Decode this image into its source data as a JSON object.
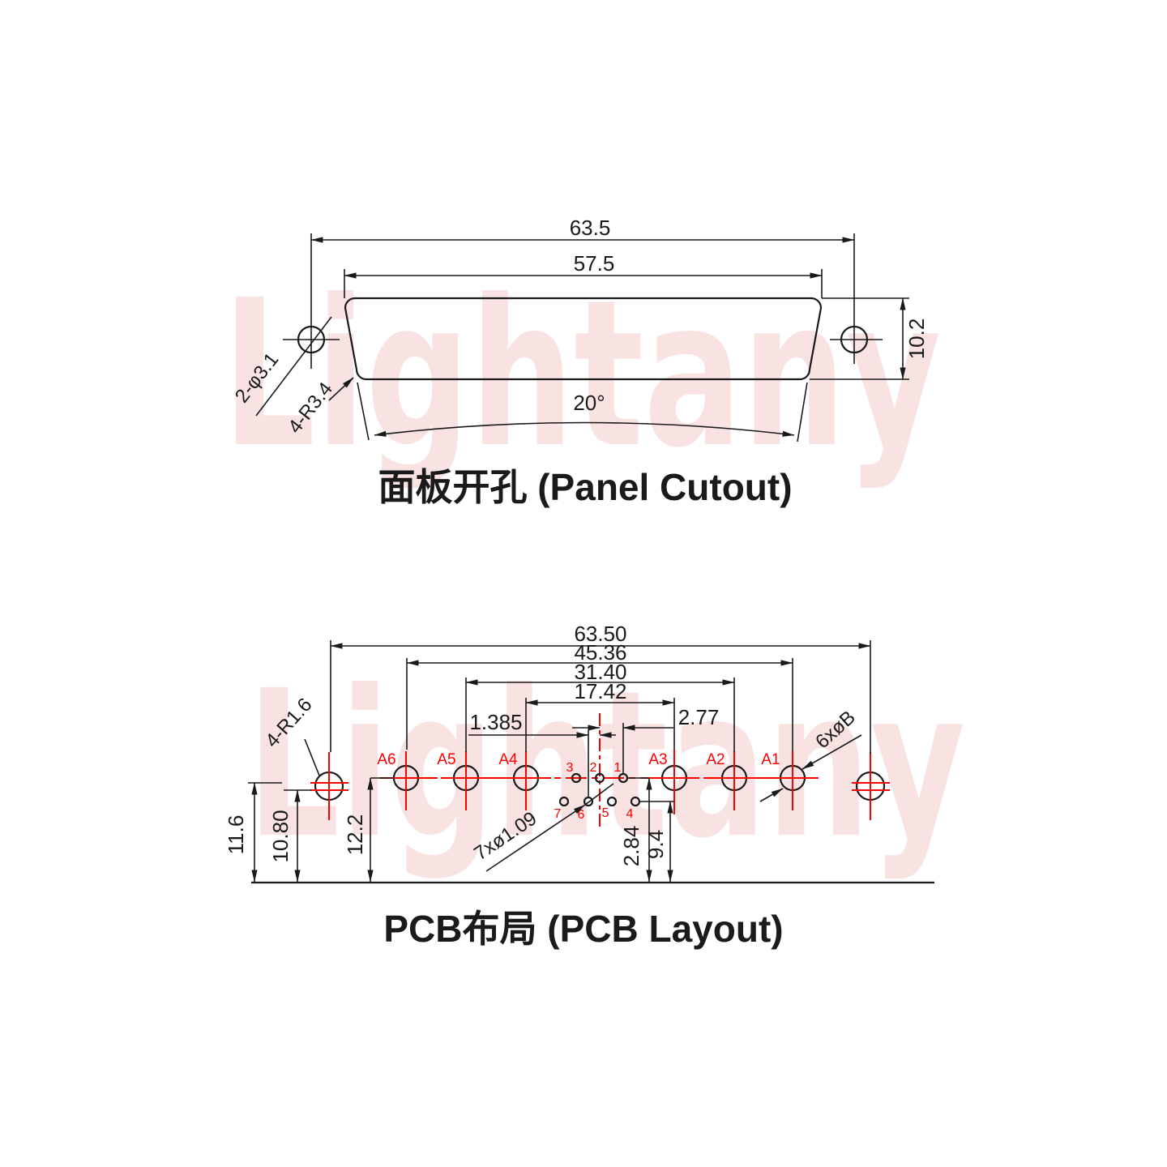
{
  "watermark": {
    "text": "Lightany",
    "color": "#f8e2e2"
  },
  "colors": {
    "accent": "#ff0000",
    "line": "#1a1a1a"
  },
  "panel_cutout": {
    "title": "面板开孔 (Panel Cutout)",
    "dim_outer_width": "63.5",
    "dim_cutout_width": "57.5",
    "dim_height": "10.2",
    "dim_taper_angle": "20°",
    "label_mount_holes": "2-φ3.1",
    "label_corner_radius": "4-R3.4"
  },
  "pcb_layout": {
    "title": "PCB布局 (PCB Layout)",
    "dim_mount_span": "63.50",
    "dim_span_a6_a1": "45.36",
    "dim_span_a5_a2": "31.40",
    "dim_span_a4_a3": "17.42",
    "dim_row_offset": "1.385",
    "dim_pin_pitch": "2.77",
    "dim_mount_height": "11.6",
    "dim_mount_height_alt": "10.80",
    "dim_coax_row_height": "12.2",
    "dim_row_gap": "2.84",
    "dim_pin_row_height": "9.4",
    "label_corner_radius": "4-R1.6",
    "label_coax_holes": "6xøB",
    "label_pin_holes": "7xø1.09",
    "coax_labels": [
      "A6",
      "A5",
      "A4",
      "A3",
      "A2",
      "A1"
    ],
    "pin_labels_top": [
      "3",
      "2",
      "1"
    ],
    "pin_labels_bottom": [
      "7",
      "6",
      "5",
      "4"
    ]
  }
}
